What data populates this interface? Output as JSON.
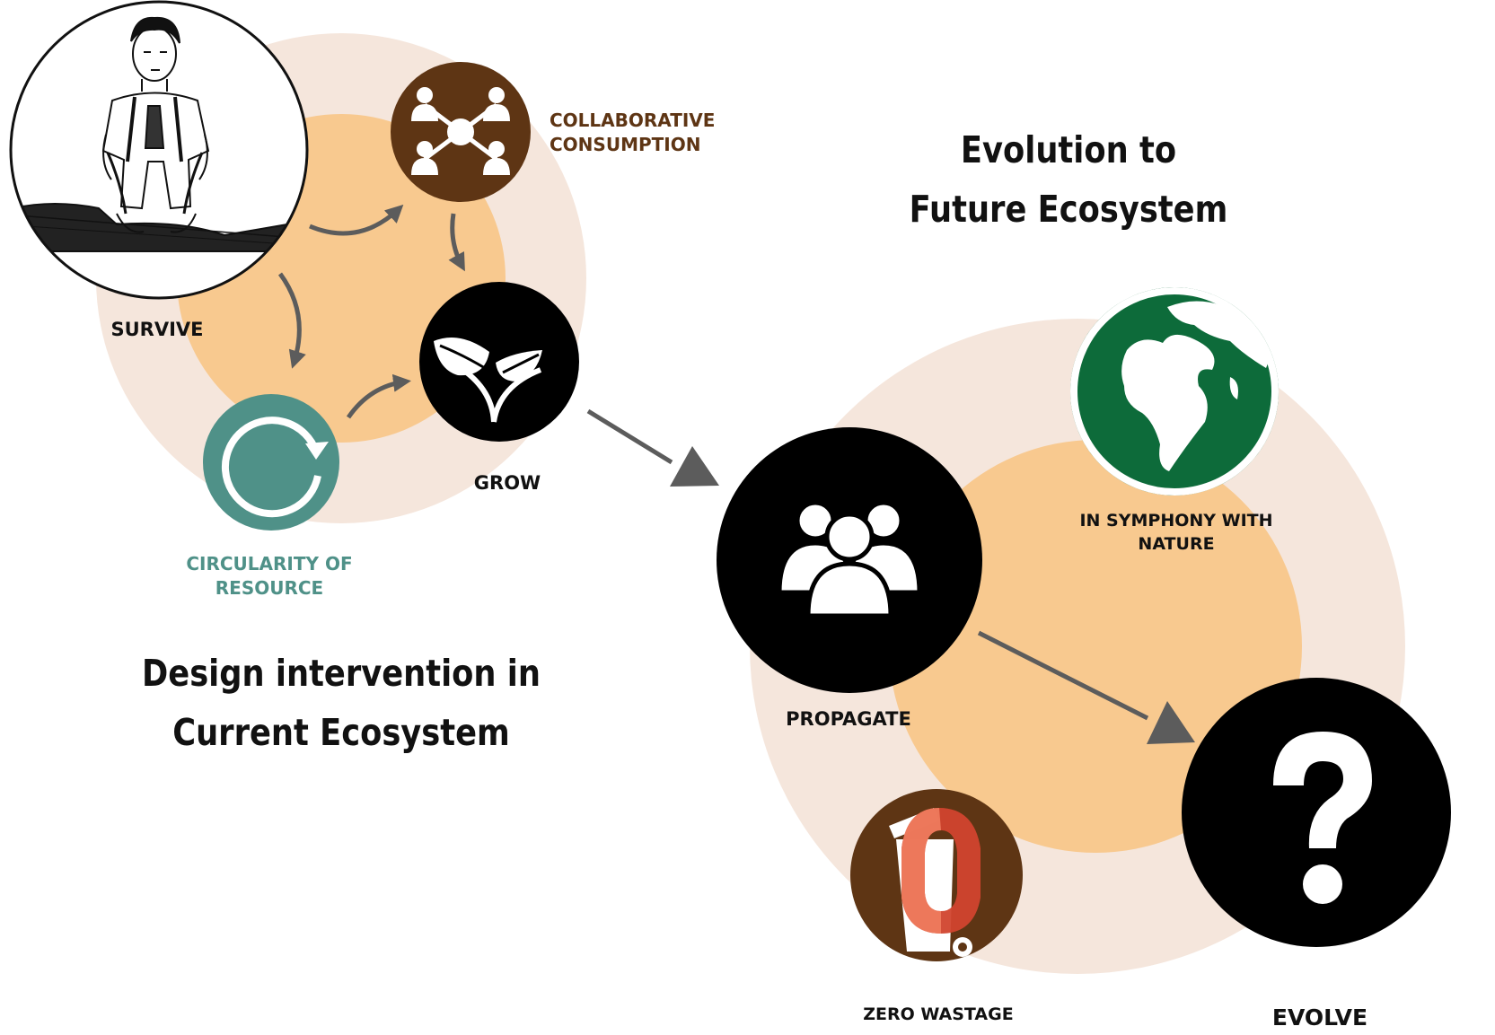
{
  "colors": {
    "pale_ring": "#f5e6dc",
    "orange_ring": "#f8c98f",
    "brown": "#5e3514",
    "teal": "#4f9188",
    "green": "#0d6b3a",
    "black": "#000000",
    "arrow": "#5c5c5c",
    "red_zero": "#d1442e",
    "red_zero_light": "#ef7d5f"
  },
  "headings": {
    "left_line1": "Design intervention in",
    "left_line2": "Current Ecosystem",
    "right_line1": "Evolution to",
    "right_line2": "Future Ecosystem"
  },
  "nodes": {
    "survive": {
      "label": "SURVIVE",
      "icon": "sketch-person-portrait"
    },
    "collaborative": {
      "label_line1": "COLLABORATIVE",
      "label_line2": "CONSUMPTION",
      "icon": "network-people-icon"
    },
    "grow": {
      "label": "GROW",
      "icon": "sprout-icon"
    },
    "circularity": {
      "label_line1": "CIRCULARITY OF",
      "label_line2": "RESOURCE",
      "icon": "cycle-icon"
    },
    "propagate": {
      "label": "PROPAGATE",
      "icon": "group-people-icon"
    },
    "symphony": {
      "label_line1": "IN SYMPHONY WITH",
      "label_line2": "NATURE",
      "icon": "globe-icon"
    },
    "zero_wastage": {
      "label": "ZERO WASTAGE",
      "icon": "zero-waste-bin-icon"
    },
    "evolve": {
      "label": "EVOLVE",
      "icon": "question-mark-icon"
    }
  }
}
